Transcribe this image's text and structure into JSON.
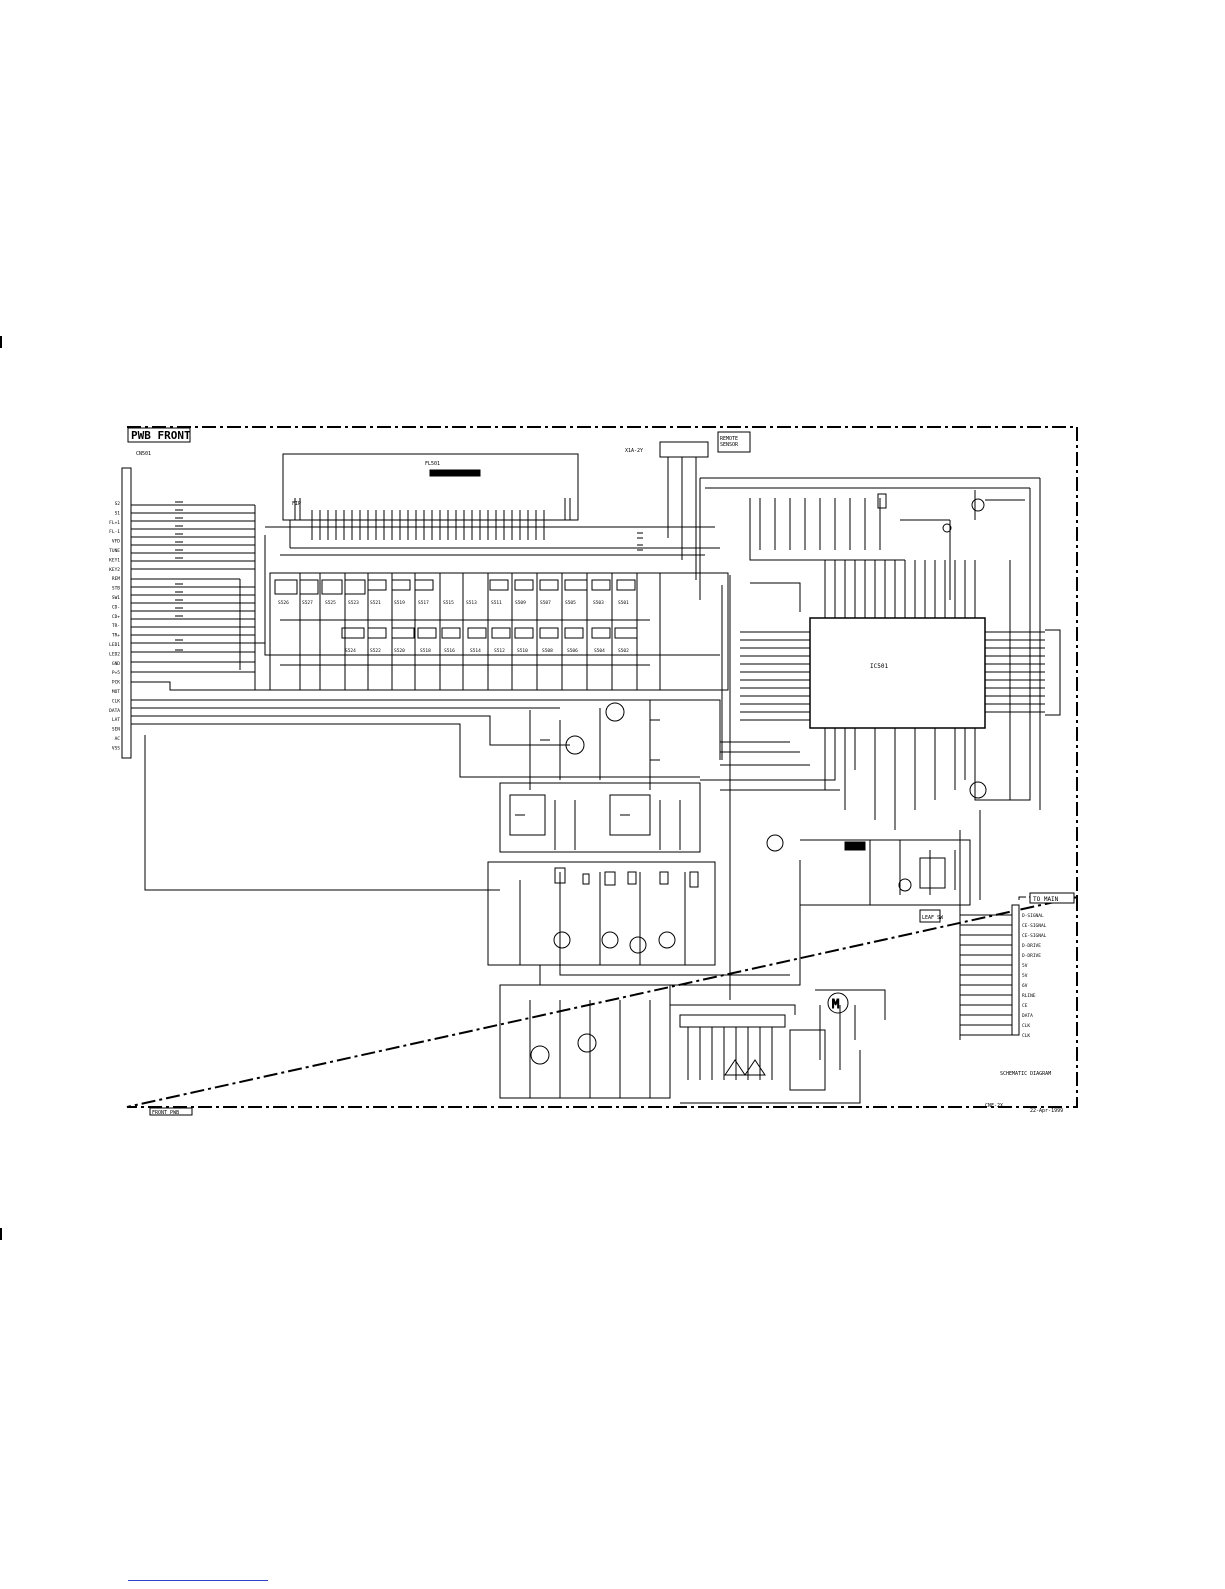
{
  "sheet": {
    "board_title": "PWB FRONT",
    "remote_label": "REMOTE\nSENSOR",
    "remote_part": "X1A-2Y",
    "cn_part": "CN501",
    "display_part": "FL501",
    "display_type": "FIP",
    "ic_part": "IC501",
    "motor_label": "M",
    "right_connector_label": "TO MAIN",
    "leaf_switch_label": "LEAF SW",
    "note_1": "SCHEMATIC DIAGRAM",
    "note_2": "CNF-2X",
    "note_3": "22-Apr-1999",
    "bottom_left_tag": "FRONT PWB"
  },
  "left_pins": [
    "S2",
    "S1",
    "FL+1",
    "FL-1",
    "VFD",
    "TUNE",
    "KEY1",
    "KEY2",
    "REM",
    "STB",
    "SW1",
    "CD-",
    "CD+",
    "TR-",
    "TR+",
    "LED1",
    "LED2",
    "GND",
    "P+5",
    "PCK",
    "MOT",
    "CLK",
    "DATA",
    "LAT",
    "SEN",
    "AC",
    "VSS"
  ],
  "right_pins": [
    "D-SIGNAL",
    "CE-SIGNAL",
    "CE-SIGNAL",
    "D-DRIVE",
    "D-DRIVE",
    "5V",
    "5V",
    "6V",
    "RLINE",
    "CE",
    "DATA",
    "CLK",
    "CLK"
  ],
  "switch_labels_row1": [
    "S526",
    "S527",
    "S525",
    "S523",
    "S521",
    "S519",
    "S517",
    "S515",
    "S513",
    "S511",
    "S509",
    "S507",
    "S505",
    "S503",
    "S501"
  ],
  "switch_labels_row2": [
    "S524",
    "S522",
    "S520",
    "S518",
    "S516",
    "S514",
    "S512",
    "S510",
    "S508",
    "S506",
    "S504",
    "S502"
  ]
}
